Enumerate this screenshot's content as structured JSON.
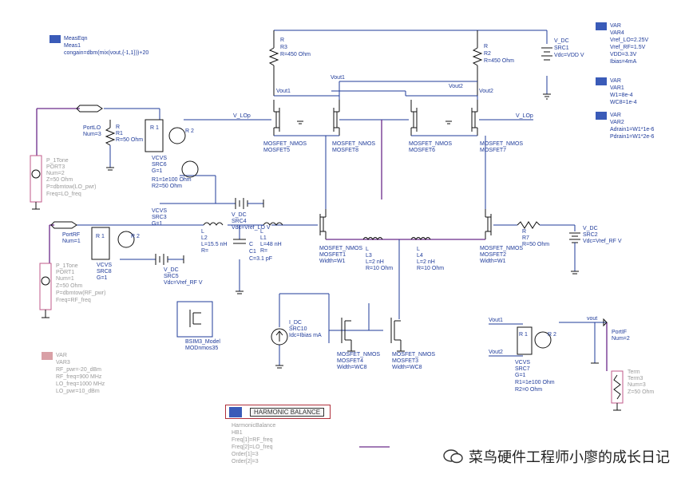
{
  "measeqn": {
    "title": "MeasEqn",
    "name": "Meas1",
    "expr": "congain=dbm(mix(vout,{-1,1}))+20"
  },
  "var_boxes": [
    {
      "title": "VAR",
      "name": "VAR4",
      "lines": [
        "Vref_LO=2.25V",
        "Vref_RF=1.5V",
        "VDD=3.3V",
        "Ibias=4mA"
      ]
    },
    {
      "title": "VAR",
      "name": "VAR1",
      "lines": [
        "W1=8e-4",
        "WC8=1e-4"
      ]
    },
    {
      "title": "VAR",
      "name": "VAR2",
      "lines": [
        "Adrain1=W1*1e-6",
        "Pdrain1=W1*2e-6"
      ]
    },
    {
      "title": "VAR",
      "name": "VAR3",
      "lines": [
        "RF_pwr=-20_dBm",
        "RF_freq=900 MHz",
        "LO_freq=1000 MHz",
        "LO_pwr=10_dBm"
      ]
    }
  ],
  "resistors": [
    {
      "id": "R3",
      "lines": [
        "R",
        "R3",
        "R=450 Ohm"
      ]
    },
    {
      "id": "R2",
      "lines": [
        "R",
        "R2",
        "R=450 Ohm"
      ]
    },
    {
      "id": "R1",
      "lines": [
        "R",
        "R1",
        "R=50 Ohm"
      ]
    },
    {
      "id": "R7",
      "lines": [
        "R",
        "R7",
        "R=50 Ohm"
      ]
    }
  ],
  "sources": [
    {
      "id": "SRC1",
      "lines": [
        "V_DC",
        "SRC1",
        "Vdc=VDD V"
      ]
    },
    {
      "id": "SRC2",
      "lines": [
        "V_DC",
        "SRC2",
        "Vdc=Vref_RF V"
      ]
    },
    {
      "id": "SRC4",
      "lines": [
        "V_DC",
        "SRC4",
        "Vdc=Vref_LO V"
      ]
    },
    {
      "id": "SRC5",
      "lines": [
        "V_DC",
        "SRC5",
        "Vdc=Vref_RF V"
      ]
    },
    {
      "id": "SRC6",
      "lines": [
        "VCVS",
        "SRC6",
        "G=1",
        "R1=1e100 Ohm",
        "R2=50 Ohm"
      ]
    },
    {
      "id": "SRC3",
      "lines": [
        "VCVS",
        "SRC3",
        "G=1"
      ]
    },
    {
      "id": "SRC8",
      "lines": [
        "VCVS",
        "SRC8",
        "G=1"
      ]
    },
    {
      "id": "SRC7",
      "lines": [
        "VCVS",
        "SRC7",
        "G=1",
        "R1=1e100 Ohm",
        "R2=0 Ohm"
      ]
    },
    {
      "id": "SRC10",
      "lines": [
        "I_DC",
        "SRC10",
        "Idc=Ibias mA"
      ]
    }
  ],
  "inductors": [
    {
      "id": "L2",
      "lines": [
        "L",
        "L2",
        "L=15.5 nH",
        "R="
      ]
    },
    {
      "id": "L1",
      "lines": [
        "L",
        "L1",
        "L=48 nH",
        "R="
      ]
    },
    {
      "id": "L3",
      "lines": [
        "L",
        "L3",
        "L=2 nH",
        "R=10 Ohm"
      ]
    },
    {
      "id": "L4",
      "lines": [
        "L",
        "L4",
        "L=2 nH",
        "R=10 Ohm"
      ]
    }
  ],
  "capacitor": {
    "lines": [
      "C",
      "C1",
      "C=3.1 pF"
    ]
  },
  "mosfets": [
    {
      "id": "M5",
      "lines": [
        "MOSFET_NMOS",
        "MOSFET5"
      ]
    },
    {
      "id": "M8",
      "lines": [
        "MOSFET_NMOS",
        "MOSFET8"
      ]
    },
    {
      "id": "M6",
      "lines": [
        "MOSFET_NMOS",
        "MOSFET6"
      ]
    },
    {
      "id": "M7",
      "lines": [
        "MOSFET_NMOS",
        "MOSFET7"
      ]
    },
    {
      "id": "M1",
      "lines": [
        "MOSFET_NMOS",
        "MOSFET1",
        "Width=W1"
      ]
    },
    {
      "id": "M2",
      "lines": [
        "MOSFET_NMOS",
        "MOSFET2",
        "Width=W1"
      ]
    },
    {
      "id": "M4",
      "lines": [
        "MOSFET_NMOS",
        "MOSFET4",
        "Width=WC8"
      ]
    },
    {
      "id": "M3",
      "lines": [
        "MOSFET_NMOS",
        "MOSFET3",
        "Width=WC8"
      ]
    }
  ],
  "ports": [
    {
      "id": "PortLO",
      "lines": [
        "PortLO",
        "Num=3"
      ]
    },
    {
      "id": "PortRF",
      "lines": [
        "PortRF",
        "Num=1"
      ]
    },
    {
      "id": "PortIF",
      "lines": [
        "PortIF",
        "Num=2"
      ]
    }
  ],
  "tone_sources": [
    {
      "id": "PORT3",
      "lines": [
        "P_1Tone",
        "PORT3",
        "Num=2",
        "Z=50 Ohm",
        "P=dbmtow(LO_pwr)",
        "Freq=LO_freq"
      ]
    },
    {
      "id": "PORT1",
      "lines": [
        "P_1Tone",
        "PORT1",
        "Num=1",
        "Z=50 Ohm",
        "P=dbmtow(RF_pwr)",
        "Freq=RF_freq"
      ]
    }
  ],
  "term": {
    "lines": [
      "Term",
      "Term3",
      "Num=3",
      "Z=50 Ohm"
    ]
  },
  "model": {
    "lines": [
      "BSIM3_Model",
      "MODnmos35"
    ]
  },
  "harmonic_balance": {
    "label": "HARMONIC BALANCE",
    "lines": [
      "HarmonicBalance",
      "HB1",
      "Freq[1]=RF_freq",
      "Freq[2]=LO_freq",
      "Order[1]=3",
      "Order[2]=3"
    ]
  },
  "nets": {
    "vout1": "Vout1",
    "vout2": "Vout2",
    "vlop": "V_LOp",
    "vout": "vout",
    "r1": "R 1",
    "r2": "R 2"
  },
  "watermark": "菜鸟硬件工程师小廖的成长日记",
  "colors": {
    "wire": "#1f3b9a",
    "label": "#1f3b9a",
    "port": "#b0303b",
    "grey": "#9a9a9a"
  }
}
